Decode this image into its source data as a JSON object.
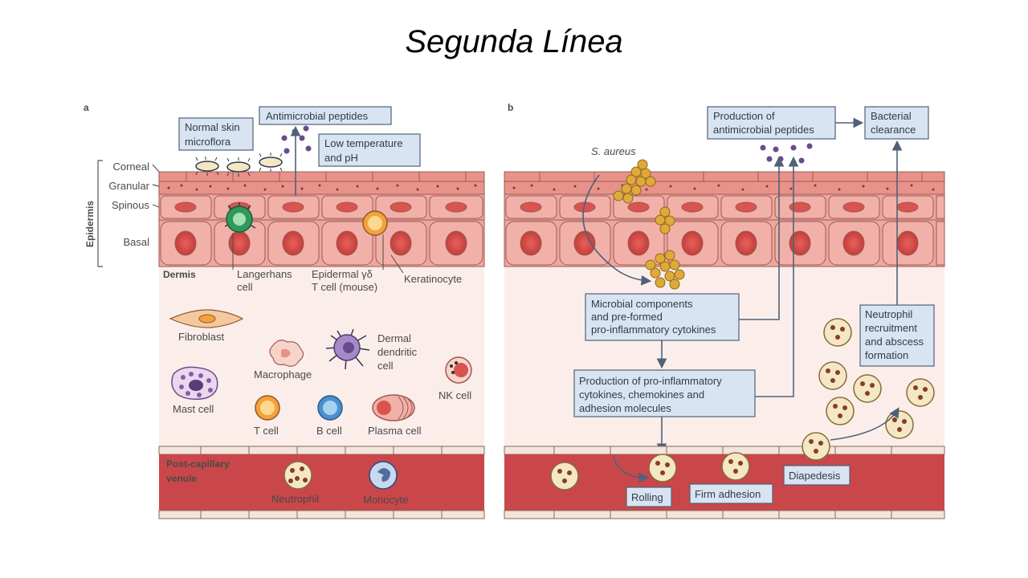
{
  "slide": {
    "title": "Segunda Línea"
  },
  "panel_a": {
    "letter": "a",
    "boxes": {
      "antimicrobial": "Antimicrobial peptides",
      "microflora": [
        "Normal skin",
        "microflora"
      ],
      "lowtemp": [
        "Low temperature",
        "and pH"
      ]
    },
    "layers": {
      "corneal": "Corneal",
      "granular": "Granular",
      "spinous": "Spinous",
      "basal": "Basal",
      "epidermis": "Epidermis"
    },
    "dermis": "Dermis",
    "labels": {
      "langerhans": [
        "Langerhans",
        "cell"
      ],
      "epidermal_gd": [
        "Epidermal γδ",
        "T cell (mouse)"
      ],
      "keratinocyte": "Keratinocyte",
      "fibroblast": "Fibroblast",
      "macrophage": "Macrophage",
      "dermal_dc": [
        "Dermal",
        "dendritic",
        "cell"
      ],
      "mast": "Mast cell",
      "nk": "NK cell",
      "tcell": "T cell",
      "bcell": "B cell",
      "plasma": "Plasma cell",
      "venule": [
        "Post-capillary",
        "venule"
      ],
      "neutrophil": "Neutrophil",
      "monocyte": "Monocyte"
    }
  },
  "panel_b": {
    "letter": "b",
    "saureus": "S. aureus",
    "boxes": {
      "production_amp": [
        "Production of",
        "antimicrobial peptides"
      ],
      "bacterial": [
        "Bacterial",
        "clearance"
      ],
      "microbial": [
        "Microbial components",
        "and pre-formed",
        "pro-inflammatory cytokines"
      ],
      "neutrophil_recruit": [
        "Neutrophil",
        "recruitment",
        "and abscess",
        "formation"
      ],
      "production_proinf": [
        "Production of pro-inflammatory",
        "cytokines, chemokines and",
        "adhesion molecules"
      ],
      "rolling": "Rolling",
      "firm": "Firm adhesion",
      "diapedesis": "Diapedesis"
    }
  },
  "colors": {
    "cell_fill": "#f2b1a8",
    "cell_stroke": "#9c5a55",
    "nucleus": "#d9534f",
    "dermis": "#fbeeea",
    "vessel": "#c9474a",
    "box": "#d8e4f2",
    "bacteria": "#e0a93a"
  }
}
